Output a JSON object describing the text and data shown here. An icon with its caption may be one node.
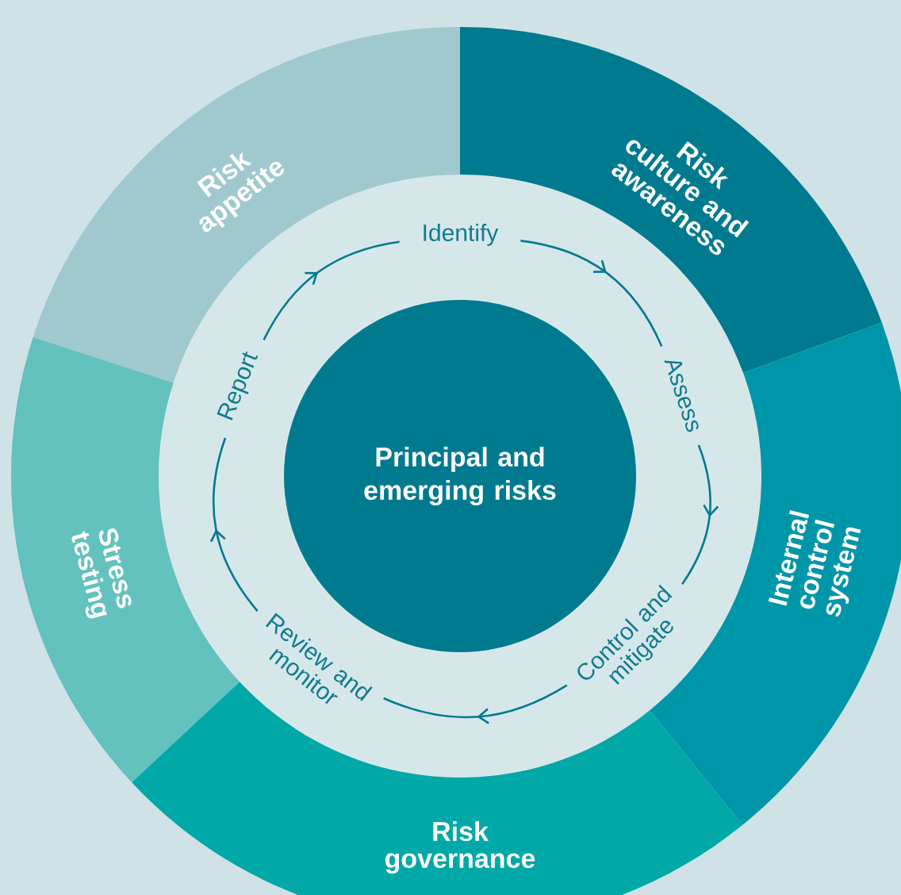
{
  "diagram": {
    "nodes": [
      {
        "text": [
          "Principal and emerging risks"
        ]
      },
      {
        "text": [
          "Risk appetite"
        ]
      },
      {
        "text": [
          "Risk culture and awareness"
        ]
      },
      {
        "text": [
          "Internal control system"
        ]
      },
      {
        "text": [
          "Risk governance"
        ]
      },
      {
        "text": [
          "Stress testing"
        ]
      },
      {
        "text": [
          "Identify"
        ]
      },
      {
        "text": [
          "Assess"
        ]
      },
      {
        "text": [
          "Control and mitigate"
        ]
      },
      {
        "text": [
          "Review and monitor"
        ]
      },
      {
        "text": [
          "Report"
        ]
      }
    ],
    "edges": [
      {
        "from": 6,
        "to": 7,
        "arrow": "to"
      },
      {
        "from": 7,
        "to": 8,
        "arrow": "to"
      },
      {
        "from": 8,
        "to": 9,
        "arrow": "to"
      },
      {
        "from": 9,
        "to": 10,
        "arrow": "to"
      },
      {
        "from": 10,
        "to": 6,
        "arrow": "to"
      }
    ]
  }
}
